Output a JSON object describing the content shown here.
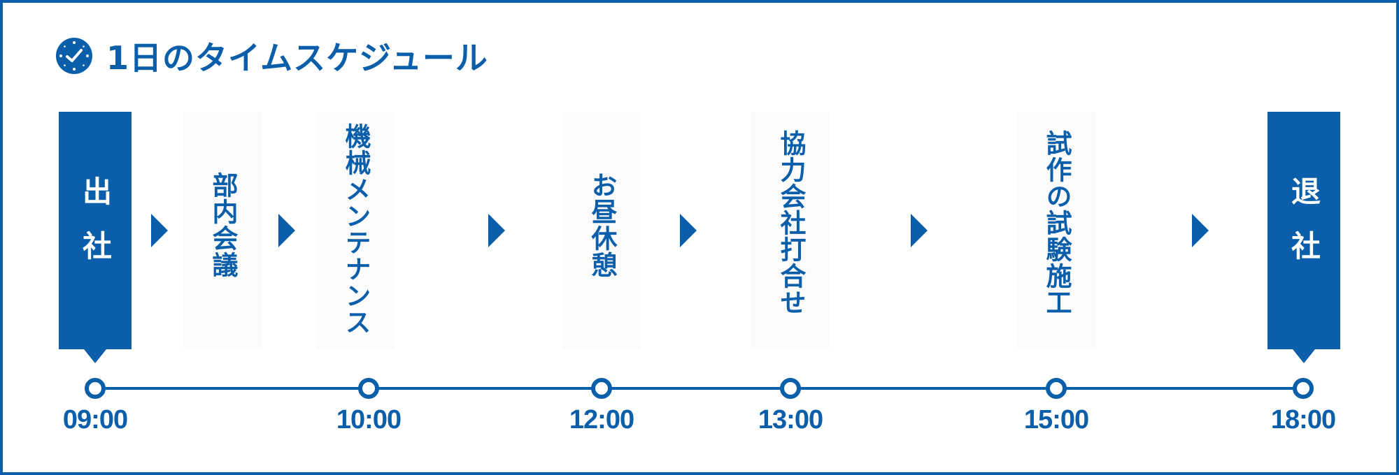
{
  "header": {
    "title": "1日のタイムスケジュール",
    "icon": "clock-icon"
  },
  "colors": {
    "accent": "#0b5faa",
    "card_background": "#fbfbfb",
    "background": "#ffffff"
  },
  "schedule": {
    "start_label": "出社",
    "end_label": "退社",
    "activities": [
      "部内会議",
      "機械メンテナンス",
      "お昼休憩",
      "協力会社打合せ",
      "試作の試験施工"
    ],
    "times": [
      "09:00",
      "10:00",
      "12:00",
      "13:00",
      "15:00",
      "18:00"
    ]
  }
}
